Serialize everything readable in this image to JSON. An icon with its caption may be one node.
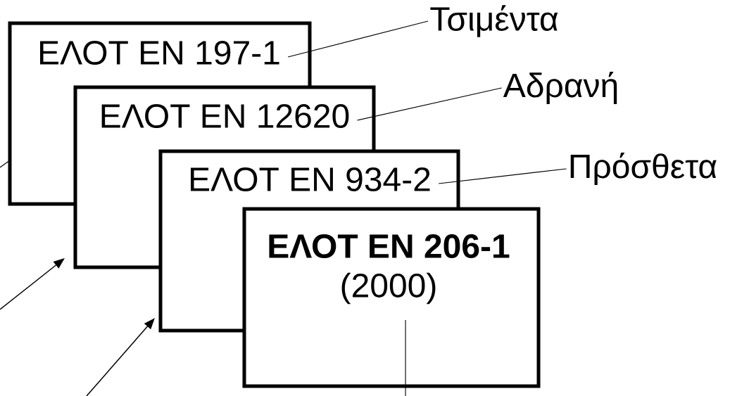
{
  "diagram": {
    "nodes": [
      {
        "text": [
          "ΕΛΟΤ ΕΝ 197-1"
        ]
      },
      {
        "text": [
          "ΕΛΟΤ ΕΝ 12620"
        ]
      },
      {
        "text": [
          "ΕΛΟΤ ΕΝ 934-2"
        ]
      },
      {
        "text": [
          "ΕΛΟΤ ΕΝ 206-1",
          "(2000)"
        ]
      },
      {
        "text": [
          "Τσιμέντα"
        ]
      },
      {
        "text": [
          "Αδρανή"
        ]
      },
      {
        "text": [
          "Πρόσθετα"
        ]
      }
    ],
    "edges": [
      {
        "from": 4,
        "to": 0,
        "arrow": "none"
      },
      {
        "from": 5,
        "to": 1,
        "arrow": "none"
      },
      {
        "from": 6,
        "to": 2,
        "arrow": "none"
      },
      {
        "from": null,
        "to": 0,
        "arrow": "none"
      },
      {
        "from": null,
        "to": 1,
        "arrow": "to"
      },
      {
        "from": null,
        "to": 2,
        "arrow": "to"
      },
      {
        "from": null,
        "to": 3,
        "arrow": "none"
      }
    ]
  }
}
